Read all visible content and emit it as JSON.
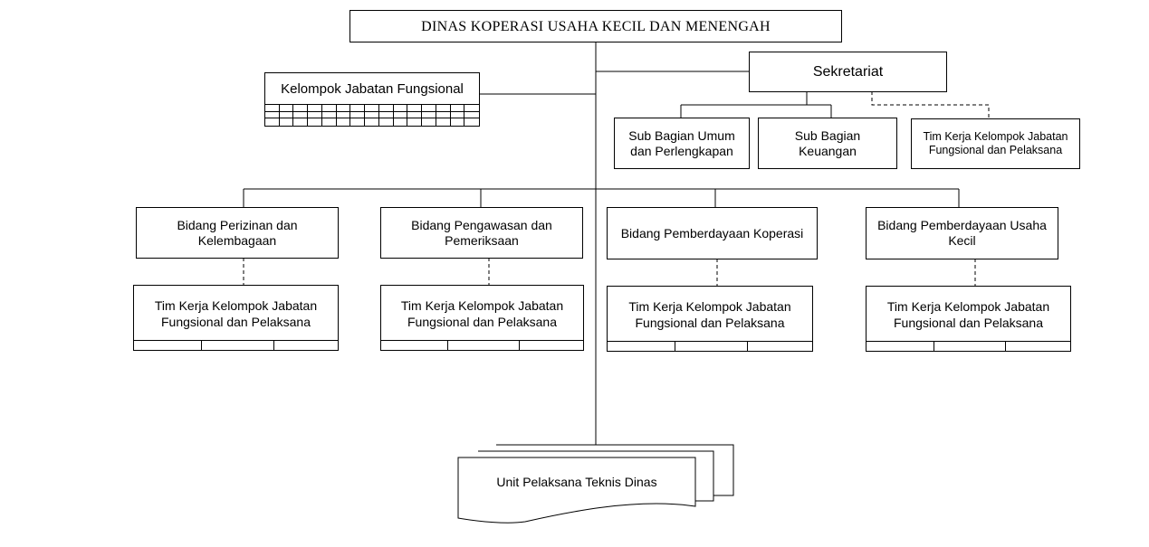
{
  "diagram": {
    "head": "DINAS KOPERASI USAHA KECIL DAN MENENGAH",
    "functional_group": "Kelompok Jabatan Fungsional",
    "secretariat": {
      "label": "Sekretariat",
      "subunits": [
        "Sub Bagian Umum dan Perlengkapan",
        "Sub Bagian Keuangan",
        "Tim Kerja Kelompok Jabatan Fungsional dan Pelaksana"
      ]
    },
    "divisions": [
      {
        "label": "Bidang Perizinan dan Kelembagaan",
        "team": "Tim Kerja Kelompok Jabatan Fungsional dan Pelaksana"
      },
      {
        "label": "Bidang Pengawasan dan Pemeriksaan",
        "team": "Tim Kerja Kelompok Jabatan Fungsional dan Pelaksana"
      },
      {
        "label": "Bidang Pemberdayaan Koperasi",
        "team": "Tim Kerja Kelompok Jabatan Fungsional dan Pelaksana"
      },
      {
        "label": "Bidang Pemberdayaan Usaha Kecil",
        "team": "Tim Kerja Kelompok Jabatan Fungsional dan Pelaksana"
      }
    ],
    "technical_unit": "Unit Pelaksana Teknis Dinas"
  }
}
